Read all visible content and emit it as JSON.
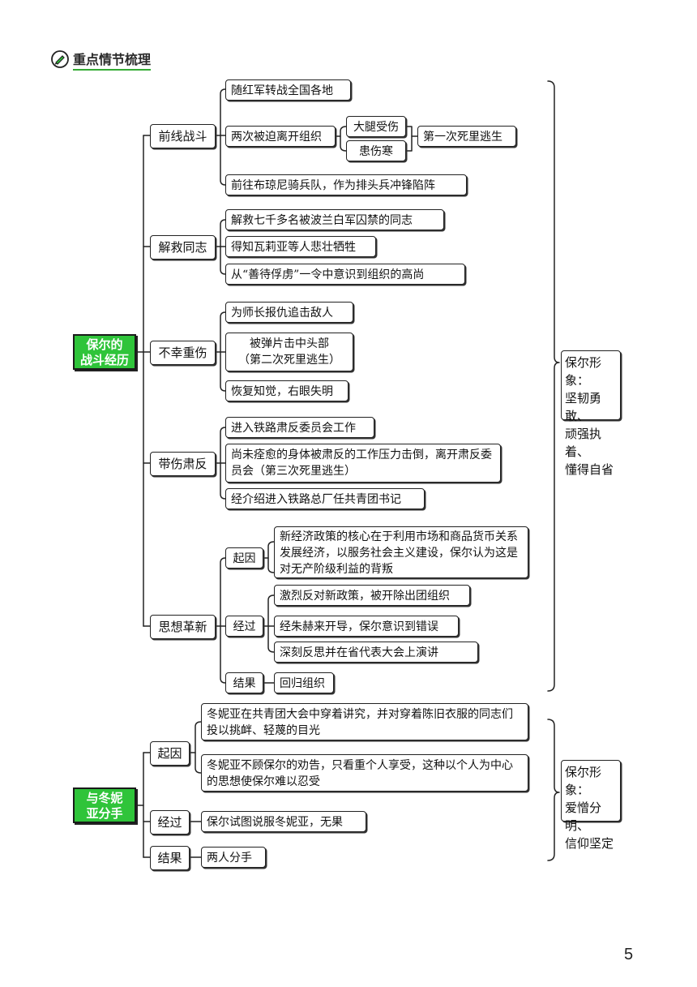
{
  "header": {
    "title": "重点情节梳理",
    "icon": "pen-circle-icon",
    "accent": "#2fc43a"
  },
  "sections": [
    {
      "root": "保尔的\n战斗经历",
      "side_note": "保尔形象：\n坚韧勇敢、\n顽强执着、\n懂得自省",
      "categories": [
        {
          "label": "前线战斗",
          "items": [
            "随红军转战全国各地",
            "两次被迫离开组织",
            "前往布琼尼骑兵队，作为排头兵冲锋陷阵"
          ],
          "sub": [
            "大腿受伤",
            "患伤寒"
          ],
          "result": "第一次死里逃生"
        },
        {
          "label": "解救同志",
          "items": [
            "解救七千多名被波兰白军囚禁的同志",
            "得知瓦莉亚等人悲壮牺牲",
            "从“善待俘虏”一令中意识到组织的高尚"
          ]
        },
        {
          "label": "不幸重伤",
          "items": [
            "为师长报仇追击敌人",
            "被弹片击中头部\n（第二次死里逃生）",
            "恢复知觉，右眼失明"
          ]
        },
        {
          "label": "带伤肃反",
          "items": [
            "进入铁路肃反委员会工作",
            "尚未痊愈的身体被肃反的工作压力击倒，离开肃反委员会（第三次死里逃生）",
            "经介绍进入铁路总厂任共青团书记"
          ]
        },
        {
          "label": "思想革新",
          "stages": [
            {
              "label": "起因",
              "items": [
                "新经济政策的核心在于利用市场和商品货币关系发展经济，以服务社会主义建设，保尔认为这是对无产阶级利益的背叛"
              ]
            },
            {
              "label": "经过",
              "items": [
                "激烈反对新政策，被开除出团组织",
                "经朱赫来开导，保尔意识到错误",
                "深刻反思并在省代表大会上演讲"
              ]
            },
            {
              "label": "结果",
              "items": [
                "回归组织"
              ]
            }
          ]
        }
      ]
    },
    {
      "root": "与冬妮\n亚分手",
      "side_note": "保尔形象：\n爱憎分明、\n信仰坚定",
      "categories": [
        {
          "label": "起因",
          "items": [
            "冬妮亚在共青团大会中穿着讲究，并对穿着陈旧衣服的同志们投以挑衅、轻蔑的目光",
            "冬妮亚不顾保尔的劝告，只看重个人享受，这种以个人为中心的思想使保尔难以忍受"
          ]
        },
        {
          "label": "经过",
          "items": [
            "保尔试图说服冬妮亚，无果"
          ]
        },
        {
          "label": "结果",
          "items": [
            "两人分手"
          ]
        }
      ]
    }
  ],
  "page_number": "5"
}
